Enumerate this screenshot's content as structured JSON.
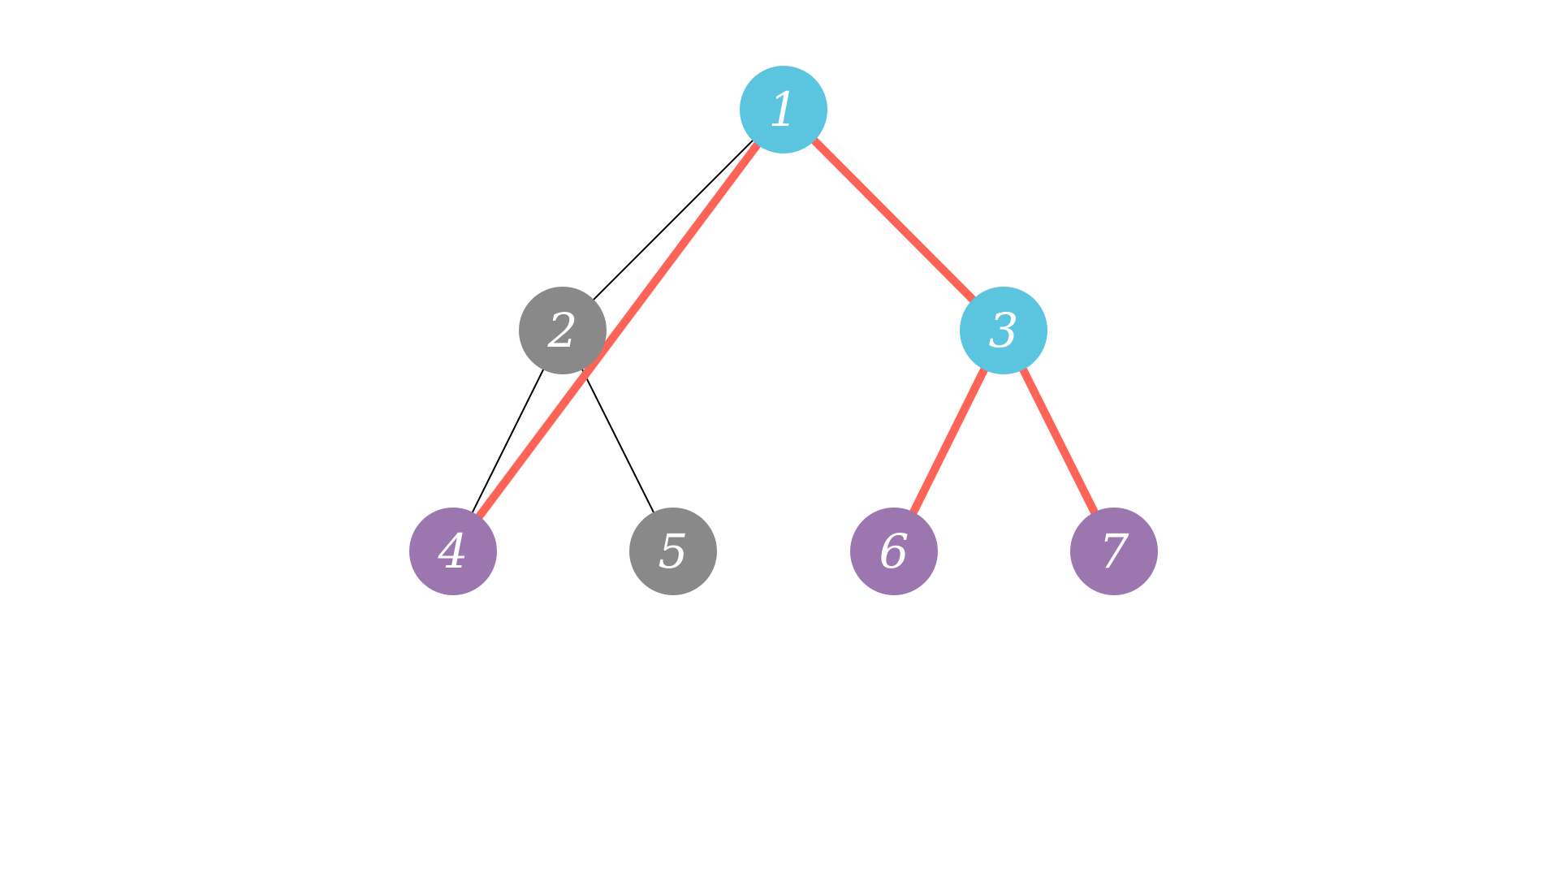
{
  "colors": {
    "background": "#ffffff",
    "highlight_edge": "#fd6356",
    "plain_edge": "#000000",
    "node_cyan": "#5bc5df",
    "node_gray": "#898989",
    "node_purple": "#9c76ae",
    "label": "#ffffff"
  },
  "nodes": [
    {
      "id": "1",
      "label": "1",
      "color": "cyan"
    },
    {
      "id": "2",
      "label": "2",
      "color": "gray"
    },
    {
      "id": "3",
      "label": "3",
      "color": "cyan"
    },
    {
      "id": "4",
      "label": "4",
      "color": "purple"
    },
    {
      "id": "5",
      "label": "5",
      "color": "gray"
    },
    {
      "id": "6",
      "label": "6",
      "color": "purple"
    },
    {
      "id": "7",
      "label": "7",
      "color": "purple"
    }
  ],
  "edges": [
    {
      "from": "1",
      "to": "2",
      "style": "plain"
    },
    {
      "from": "2",
      "to": "4",
      "style": "plain"
    },
    {
      "from": "2",
      "to": "5",
      "style": "plain"
    },
    {
      "from": "1",
      "to": "4",
      "style": "highlight"
    },
    {
      "from": "1",
      "to": "3",
      "style": "highlight"
    },
    {
      "from": "3",
      "to": "6",
      "style": "highlight"
    },
    {
      "from": "3",
      "to": "7",
      "style": "highlight"
    }
  ]
}
